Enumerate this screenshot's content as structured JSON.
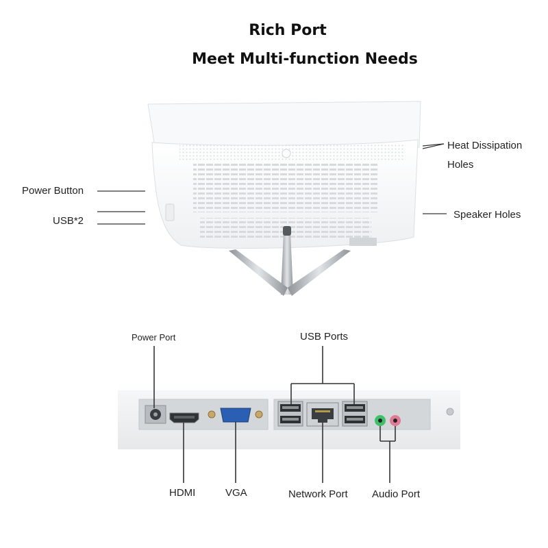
{
  "heading": {
    "line1": "Rich Port",
    "line2": "Meet Multi-function Needs"
  },
  "back_callouts": {
    "heat_line1": "Heat Dissipation",
    "heat_line2": "Holes",
    "speaker": "Speaker Holes",
    "power_button": "Power Button",
    "usb": "USB*2"
  },
  "port_callouts": {
    "power_port": "Power Port",
    "usb_ports": "USB Ports",
    "hdmi": "HDMI",
    "vga": "VGA",
    "network_port": "Network Port",
    "audio_port": "Audio Port"
  },
  "colors": {
    "housing": "#f4f6f7",
    "leader_line": "#333333",
    "audio_green": "#3fbf6a",
    "audio_pink": "#e07a95"
  }
}
